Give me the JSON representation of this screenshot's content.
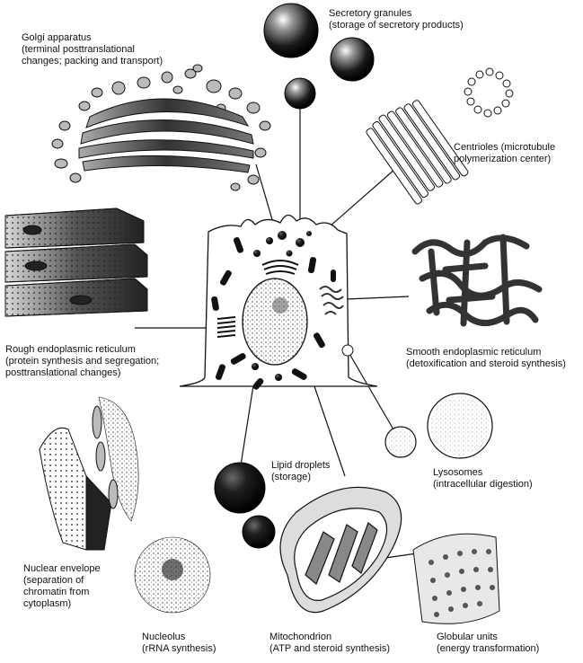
{
  "labels": {
    "golgi": {
      "title": "Golgi apparatus",
      "desc1": "(terminal posttranslational",
      "desc2": "changes; packing and transport)"
    },
    "secretory": {
      "title": "Secretory granules",
      "desc1": "(storage of secretory products)"
    },
    "centrioles": {
      "title": "Centrioles (microtubule",
      "desc1": "polymerization center)"
    },
    "rough_er": {
      "title": "Rough endoplasmic reticulum",
      "desc1": "(protein synthesis and segregation;",
      "desc2": "posttranslational changes)"
    },
    "smooth_er": {
      "title": "Smooth endoplasmic reticulum",
      "desc1": "(detoxification and steroid synthesis)"
    },
    "lipid": {
      "title": "Lipid droplets",
      "desc1": "(storage)"
    },
    "lysosomes": {
      "title": "Lysosomes",
      "desc1": "(intracellular digestion)"
    },
    "nuclear_envelope": {
      "title": "Nuclear envelope",
      "desc1": "(separation of",
      "desc2": "chromatin from",
      "desc3": "cytoplasm)"
    },
    "nucleolus": {
      "title": "Nucleolus",
      "desc1": "(rRNA  synthesis)"
    },
    "mitochondrion": {
      "title": "Mitochondrion",
      "desc1": "(ATP and steroid synthesis)"
    },
    "globular": {
      "title": "Globular units",
      "desc1": "(energy transformation)"
    }
  },
  "colors": {
    "ink": "#111111",
    "paper": "#ffffff",
    "shade": "#555555",
    "light": "#cfcfcf"
  }
}
